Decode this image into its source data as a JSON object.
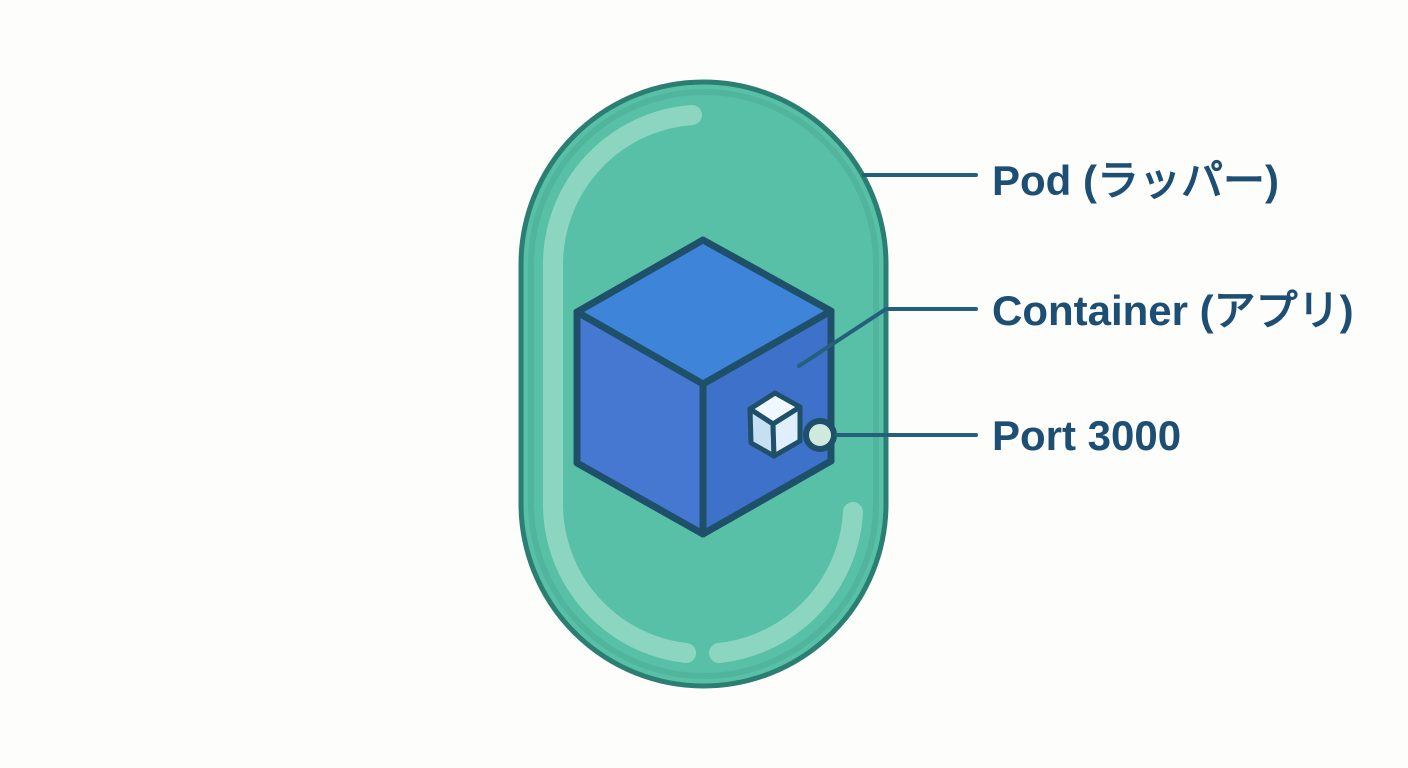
{
  "diagram": {
    "kind": "pod-container-illustration",
    "background": "#fdfdfb",
    "pod": {
      "label": "Pod (ラッパー)",
      "shape": "capsule",
      "fill": "#58c0a7",
      "stroke": "#2b7e72",
      "highlight": "#92d8c4"
    },
    "container": {
      "label": "Container (アプリ)",
      "shape": "isometric-cube",
      "top_fill": "#3e85da",
      "left_fill": "#4678d2",
      "right_fill": "#3d71ca",
      "stroke": "#1e5069"
    },
    "package_icon": {
      "shape": "small-isometric-cube",
      "top_fill": "#f0f8fe",
      "left_fill": "#c6dff2",
      "right_fill": "#e0effb"
    },
    "port": {
      "label": "Port 3000",
      "shape": "circle",
      "fill": "#cfe9dd",
      "stroke": "#1e5069"
    },
    "label_color": "#1d4e73",
    "leader_line_color": "#24607b"
  }
}
